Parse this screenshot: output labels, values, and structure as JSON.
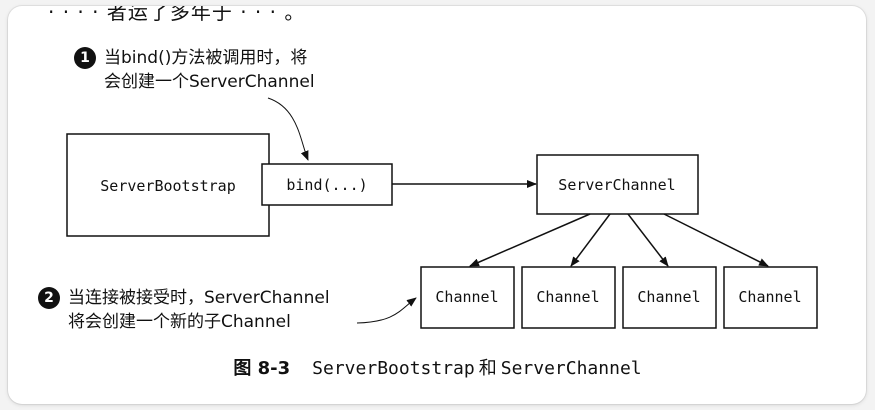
{
  "top_strip": {
    "text": "· · · · 者运了多年于 · · · 。"
  },
  "annotations": [
    {
      "number": "1",
      "line1": "当bind()方法被调用时，将",
      "line2": "会创建一个ServerChannel"
    },
    {
      "number": "2",
      "line1": "当连接被接受时，ServerChannel",
      "line2": "将会创建一个新的子Channel"
    }
  ],
  "boxes": {
    "server_bootstrap": "ServerBootstrap",
    "bind": "bind(...)",
    "server_channel": "ServerChannel",
    "channels": [
      "Channel",
      "Channel",
      "Channel",
      "Channel"
    ]
  },
  "caption": {
    "figure": "图 8-3",
    "part1": "ServerBootstrap",
    "conj": "和",
    "part2": "ServerChannel"
  }
}
